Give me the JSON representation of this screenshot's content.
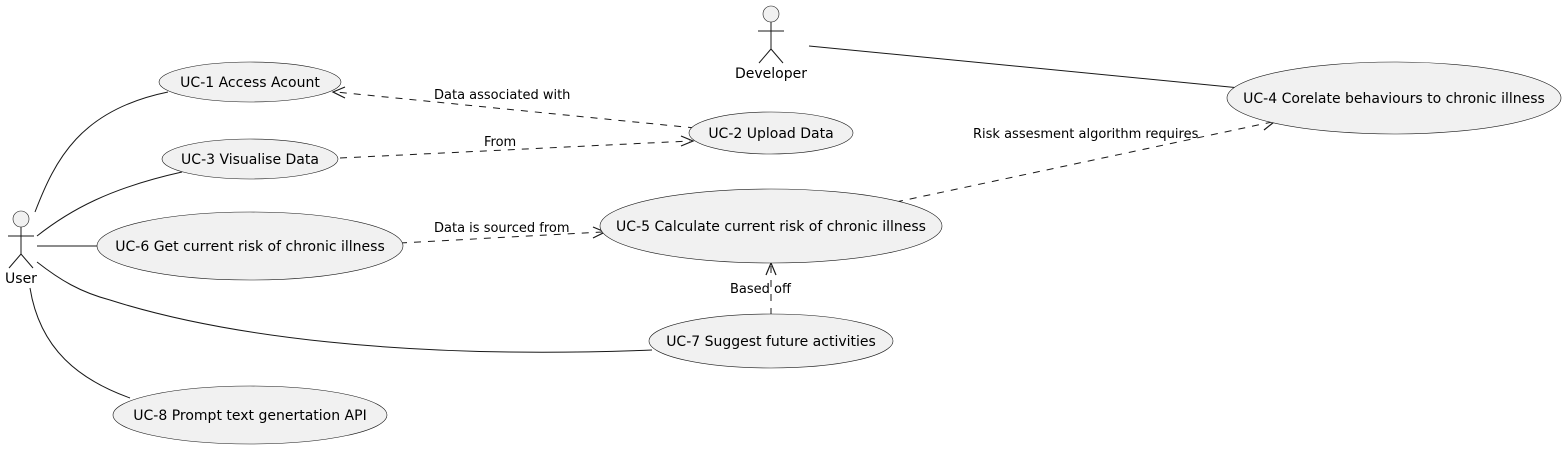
{
  "actors": {
    "user": "User",
    "developer": "Developer"
  },
  "use_cases": {
    "uc1": "UC-1 Access Acount",
    "uc2": "UC-2 Upload Data",
    "uc3": "UC-3 Visualise Data",
    "uc4": "UC-4 Corelate behaviours to chronic illness",
    "uc5": "UC-5 Calculate current risk of chronic illness",
    "uc6": "UC-6 Get current risk of chronic illness",
    "uc7": "UC-7 Suggest future activities",
    "uc8": "UC-8 Prompt text genertation API"
  },
  "relations": {
    "uc2_to_uc1": "Data associated with",
    "uc3_to_uc2": "From",
    "uc6_to_uc5": "Data is sourced from",
    "uc5_to_uc4": "Risk assesment algorithm requires",
    "uc7_to_uc5": "Based off"
  }
}
